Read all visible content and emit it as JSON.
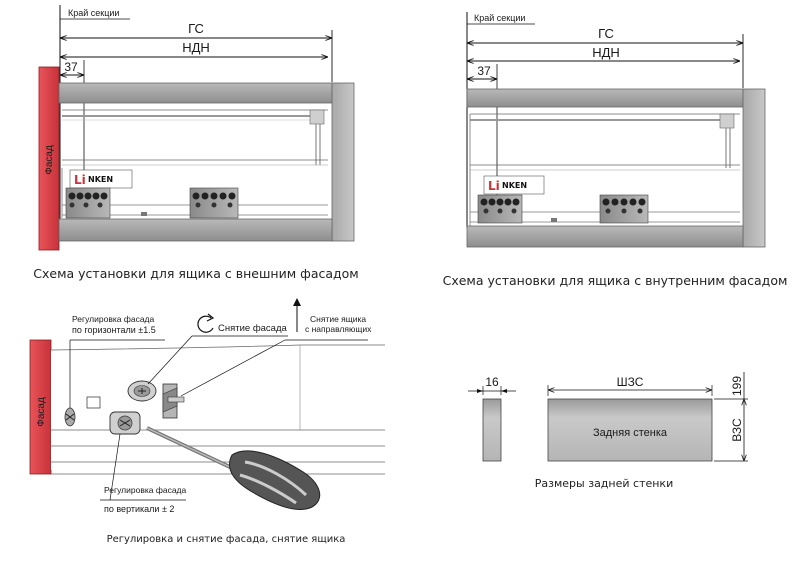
{
  "diagram1": {
    "section_edge": "Край секции",
    "gs": "ГС",
    "ndn": "НДН",
    "offset": "37",
    "facade": "Фасад",
    "caption": "Схема установки для ящика с внешним фасадом"
  },
  "diagram2": {
    "section_edge": "Край секции",
    "gs": "ГС",
    "ndn": "НДН",
    "offset": "37",
    "caption": "Схема установки для ящика с внутренним фасадом"
  },
  "diagram3": {
    "facade": "Фасад",
    "horiz_adjust_line1": "Регулировка фасада",
    "horiz_adjust_line2": "по горизонтали ±1.5",
    "remove_facade": "Снятие фасада",
    "remove_drawer_line1": "Снятие ящика",
    "remove_drawer_line2": "с направляющих",
    "vert_adjust_line1": "Регулировка фасада",
    "vert_adjust_line2": "по вертикали ± 2",
    "caption": "Регулировка и снятие фасада, снятие ящика"
  },
  "diagram4": {
    "thickness": "16",
    "width": "ШЗС",
    "height_top": "199",
    "height": "ВЗС",
    "panel_label": "Задняя стенка",
    "caption": "Размеры задней стенки"
  },
  "brand": {
    "logo_text": "NKEN",
    "logo_initial": "Li",
    "facade_color": "#d8383e"
  }
}
